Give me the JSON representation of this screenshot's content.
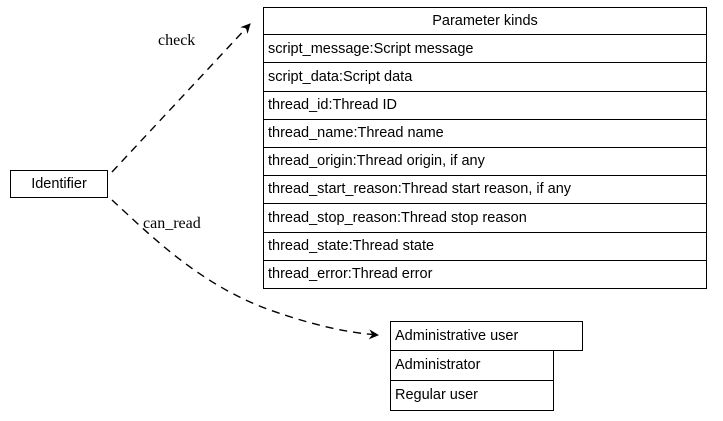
{
  "diagram": {
    "type": "record-graph",
    "background_color": "#ffffff",
    "line_color": "#000000",
    "text_color": "#000000"
  },
  "nodes": {
    "identifier": {
      "name": "Identifier",
      "rows": [
        {
          "label": "Identifier"
        }
      ]
    },
    "parameter_kinds": {
      "name": "Parameter kinds",
      "title": "Parameter kinds",
      "rows": [
        {
          "label": "script_message:Script message"
        },
        {
          "label": "script_data:Script data"
        },
        {
          "label": "thread_id:Thread ID"
        },
        {
          "label": "thread_name:Thread name"
        },
        {
          "label": "thread_origin:Thread origin, if any"
        },
        {
          "label": "thread_start_reason:Thread start reason, if any"
        },
        {
          "label": "thread_stop_reason:Thread stop reason"
        },
        {
          "label": "thread_state:Thread state"
        },
        {
          "label": "thread_error:Thread error"
        }
      ]
    },
    "administrative_user": {
      "name": "Administrative user",
      "title": "Administrative user",
      "rows": [
        {
          "label": "Administrator"
        },
        {
          "label": "Regular user"
        }
      ]
    }
  },
  "edges": [
    {
      "id": "check",
      "label": "check",
      "from": "identifier",
      "to": "parameter_kinds",
      "style": "dashed",
      "arrow": "open"
    },
    {
      "id": "can_read",
      "label": "can_read",
      "from": "identifier",
      "to": "administrative_user",
      "style": "dashed",
      "arrow": "filled"
    }
  ]
}
